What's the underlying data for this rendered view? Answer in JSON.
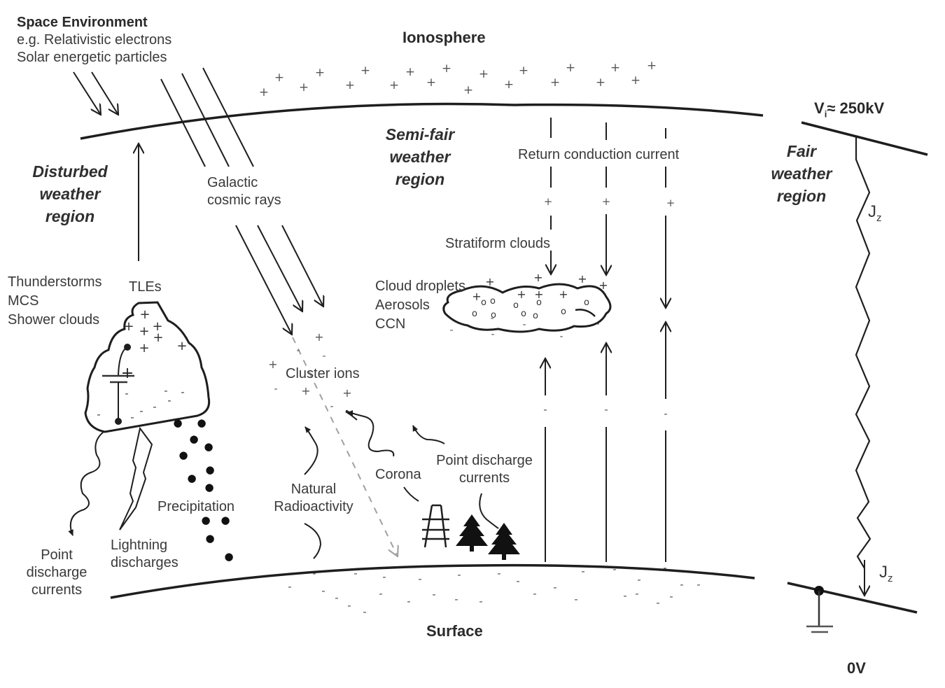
{
  "header": {
    "space_environment": {
      "title": "Space Environment",
      "lines": [
        "e.g. Relativistic electrons",
        "Solar energetic particles"
      ]
    },
    "ionosphere": "Ionosphere",
    "ionosphere_potential": {
      "symbol": "V",
      "subscript": "i",
      "value": "≈ 250kV"
    }
  },
  "regions": {
    "disturbed": [
      "Disturbed",
      "weather",
      "region"
    ],
    "semi_fair": [
      "Semi-fair",
      "weather",
      "region"
    ],
    "fair": [
      "Fair",
      "weather",
      "region"
    ]
  },
  "labels": {
    "galactic_cosmic_rays": [
      "Galactic",
      "cosmic rays"
    ],
    "return_conduction_current": "Return conduction current",
    "stratiform_clouds": "Stratiform clouds",
    "cloud_contents": [
      "Cloud droplets",
      "Aerosols",
      "CCN"
    ],
    "thunderstorm_types": [
      "Thunderstorms",
      "MCS",
      "Shower clouds"
    ],
    "tles": "TLEs",
    "cluster_ions": "Cluster ions",
    "natural_radioactivity": [
      "Natural",
      "Radioactivity"
    ],
    "corona": "Corona",
    "point_discharge_right": [
      "Point discharge",
      "currents"
    ],
    "point_discharge_left": [
      "Point",
      "discharge",
      "currents"
    ],
    "lightning_discharges": [
      "Lightning",
      "discharges"
    ],
    "precipitation": "Precipitation",
    "surface": "Surface",
    "ground_potential": "0V",
    "current_density": {
      "symbol": "J",
      "subscript": "z"
    }
  },
  "symbols": {
    "positive_charge": "+",
    "negative_charge": "-",
    "droplet": "o"
  },
  "colors": {
    "line": "#1e1e1e",
    "text": "#3a3a3a",
    "charge": "#555555",
    "dashed_arrow": "#a0a0a0"
  }
}
